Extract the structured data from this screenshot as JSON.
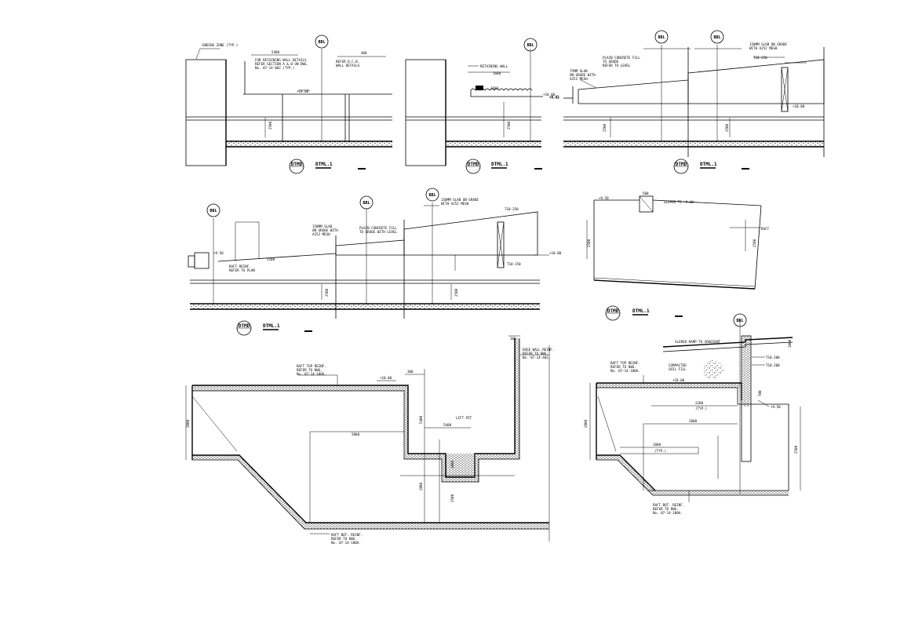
{
  "drawing": {
    "grid_tag": "BBL",
    "caption_code": "DTMD",
    "caption_title": "DTML.1",
    "details": [
      {
        "id": "detail-1",
        "notes": [
          "ENDING ZONE (TYP.)",
          "FOR RETAINING WALL DETAILS",
          "REFER SECTION A & B ON DWG.",
          "No. 07-14-002 (TYP.)",
          "REFER D.C.B.",
          "WALL DETAILS"
        ],
        "dims": [
          "5400",
          "400",
          "+10.00",
          "2500"
        ]
      },
      {
        "id": "detail-2",
        "notes": [
          "RETAINING WALL"
        ],
        "dims": [
          "1600",
          "1600",
          "+10.00",
          "+9.93",
          "2500"
        ]
      },
      {
        "id": "detail-3",
        "notes": [
          "75MM SLAB",
          "ON GRADE WITH",
          "A252 MESH",
          "PLAIN CONCRETE FILL",
          "TO GRADE",
          "REFER TO LEVEL",
          "150MM SLAB ON GRADE",
          "WITH A252 MESH",
          "T10-250"
        ],
        "dims": [
          "+9.93",
          "2500",
          "2500",
          "+10.00"
        ]
      },
      {
        "id": "detail-4",
        "notes": [
          "150MM SLAB",
          "ON GRADE WITH",
          "A252 MESH",
          "PLAIN CONCRETE FILL",
          "TO GRADE WITH LEVEL",
          "150MM SLAB ON GRADE",
          "WITH A252 MESH",
          "RAFT REINF.",
          "REFER TO PLAN",
          "T10-250",
          "T10-150"
        ],
        "dims": [
          "+9.50",
          "5500",
          "2500",
          "2500",
          "+10.00"
        ]
      },
      {
        "id": "detail-5",
        "notes": [
          "SLOPED TO +9.40",
          "DUCT"
        ],
        "dims": [
          "+9.50",
          "500",
          "2500",
          "2500"
        ]
      },
      {
        "id": "detail-6",
        "notes": [
          "RAFT TOP REINF.",
          "REFER TO DWG.",
          "No. 07-14-100A.",
          "EDGE WALL REINF.",
          "REFER TO DWG.",
          "No. 07-14-402.",
          "LIFT PIT",
          "RAFT BOT. REINF.",
          "REFER TO DWG.",
          "No. 07-14-100A."
        ],
        "dims": [
          "2000",
          "+10.00",
          "300",
          "300",
          "5800",
          "5400",
          "5400",
          "2500",
          "2000",
          "1800"
        ]
      },
      {
        "id": "detail-7",
        "notes": [
          "SLOPED RAMP TO GRADIENT",
          "RAFT TOP REINF.",
          "REFER TO DWG.",
          "No. 07-14-100A.",
          "COMPACTED",
          "SOIL FILL",
          "T10-200",
          "T10-200",
          "RAFT BOT. REINF.",
          "REFER TO DWG.",
          "No. 07-14-100A."
        ],
        "dims": [
          "+10.00",
          "+9.50",
          "2200",
          "(TYP.)",
          "2000",
          "2000",
          "(TYP.)",
          "2000",
          "2500",
          "700",
          "1000"
        ]
      }
    ]
  }
}
